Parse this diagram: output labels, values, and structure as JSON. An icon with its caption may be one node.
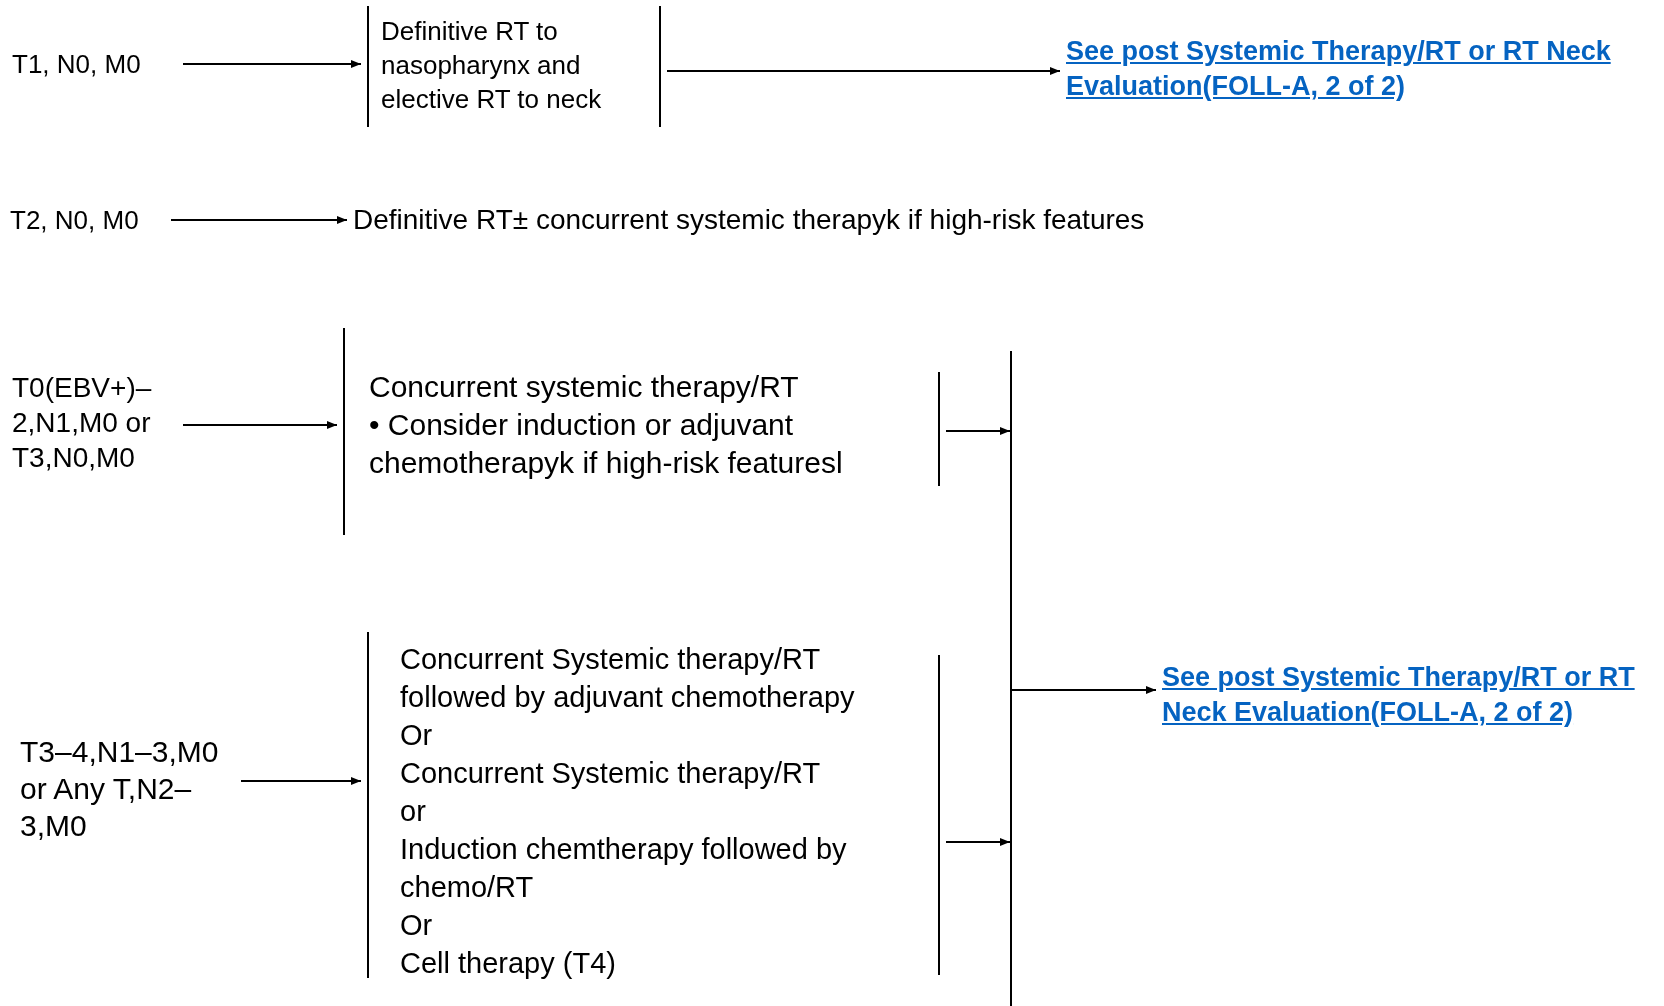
{
  "diagram": {
    "nodes": [
      {
        "text": [
          "T1, N0, M0"
        ]
      },
      {
        "text": [
          "Definitive RT to nasopharynx and elective RT to neck"
        ]
      },
      {
        "text": [
          "See post Systemic Therapy/RT or RT Neck Evaluation(FOLL-A, 2 of 2)"
        ]
      },
      {
        "text": [
          "T2, N0, M0"
        ]
      },
      {
        "text": [
          "Definitive RT± concurrent systemic therapyk if high-risk features"
        ]
      },
      {
        "text": [
          "T0(EBV+)–2,N1,M0 or T3,N0,M0"
        ]
      },
      {
        "text": [
          "Concurrent systemic therapy/RT",
          "• Consider induction or adjuvant chemotherapyk if high-risk featuresl"
        ]
      },
      {
        "text": [],
        "shape": "bar"
      },
      {
        "text": [
          "T3–4,N1–3,M0 or Any T,N2–3,M0"
        ]
      },
      {
        "text": [
          "Concurrent Systemic therapy/RT followed by adjuvant chemotherapy",
          "Or",
          "Concurrent Systemic therapy/RT",
          "or",
          "Induction chemtherapy followed by chemo/RT",
          "Or",
          "Cell therapy (T4)"
        ]
      },
      {
        "text": [
          "See post Systemic Therapy/RT or RT Neck Evaluation(FOLL-A, 2 of 2)"
        ]
      }
    ],
    "edges": [
      {
        "from": 0,
        "to": 1,
        "arrow": "to"
      },
      {
        "from": 1,
        "to": 2,
        "arrow": "to"
      },
      {
        "from": 3,
        "to": 4,
        "arrow": "to"
      },
      {
        "from": 5,
        "to": 6,
        "arrow": "to"
      },
      {
        "from": 6,
        "to": 7,
        "arrow": "to"
      },
      {
        "from": 8,
        "to": 9,
        "arrow": "to"
      },
      {
        "from": 9,
        "to": 7,
        "arrow": "to"
      },
      {
        "from": 7,
        "to": 10,
        "arrow": "to"
      }
    ]
  }
}
